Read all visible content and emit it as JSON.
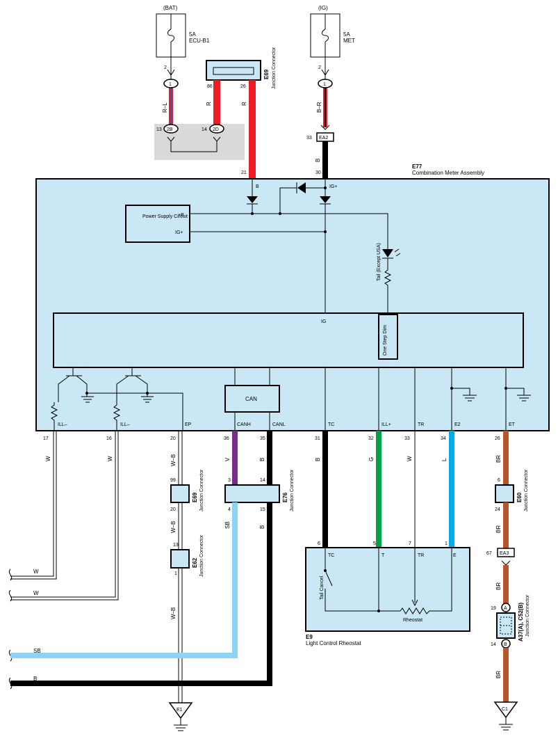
{
  "fuses": {
    "bat": {
      "source": "(BAT)",
      "amp": "5A",
      "name": "ECU-B1",
      "pin": "2"
    },
    "ig": {
      "source": "(IG)",
      "amp": "5A",
      "name": "MET",
      "pin": "2"
    }
  },
  "connectors": {
    "c1": "1",
    "c2b": "2B",
    "c2b_pin": "13",
    "c2d": "2D",
    "c2d_pin": "14",
    "ig1": "1",
    "ea2": "EA2",
    "ea2_pin": "33",
    "ea3": "EA3",
    "ea3_pin": "67",
    "e69_top_id": "E69",
    "e69_top_name": "Junction Connector",
    "e69_top_pins": [
      "86",
      "26"
    ],
    "e69_mid_id": "E69",
    "e69_mid_name": "Junction Connector",
    "e69_mid_pins": [
      "99",
      "20"
    ],
    "e76_id": "E76",
    "e76_name": "Junction Connector",
    "e76_pins": [
      "3",
      "14",
      "4",
      "15"
    ],
    "e62_id": "E62",
    "e62_name": "Junction Connector",
    "e62_pins": [
      "13",
      "1"
    ],
    "e60_id": "E60",
    "e60_name": "Junction Connector",
    "e60_pins": [
      "6",
      "24"
    ],
    "a37_id": "A37(A), C52(B)",
    "a37_name": "Junction Connector",
    "a37_pins": [
      "19",
      "14"
    ],
    "a37_a": "A",
    "a37_b": "B"
  },
  "wires": {
    "rl": "R–L",
    "r1": "R",
    "r2": "R",
    "br_ig": "B–R",
    "b_ig": "B",
    "w17": "W",
    "w16": "W",
    "wb1": "W–B",
    "wb2": "W–B",
    "wb3": "W–B",
    "v": "V",
    "b35": "B",
    "sb": "SB",
    "b15": "B",
    "b31": "B",
    "g": "G",
    "w33": "W",
    "l": "L",
    "br1": "BR",
    "br2": "BR",
    "br3": "BR",
    "br4": "BR",
    "left_w1": "W",
    "left_w2": "W",
    "left_sb": "SB",
    "left_b": "B"
  },
  "meter": {
    "id": "E77",
    "name": "Combination Meter Assembly",
    "top_pins": {
      "b": "21",
      "ig": "30"
    },
    "b_label": "B",
    "ig_label": "IG+",
    "power_supply": "Power Supply Circuit",
    "plus_b": "+B",
    "ig_plus": "IG+",
    "tail": "Tail (Except USA)",
    "ig_bus": "IG",
    "one_step": "One Step Dim",
    "can": "CAN",
    "bottom_labels": [
      "ILL–",
      "ILL–",
      "EP",
      "CANH",
      "CANL",
      "TC",
      "ILL+",
      "TR",
      "E2",
      "ET"
    ],
    "bottom_pins": [
      "17",
      "16",
      "20",
      "36",
      "35",
      "31",
      "32",
      "33",
      "34",
      "26"
    ]
  },
  "rheostat": {
    "id": "E9",
    "name": "Light Control Rheostat",
    "terminals": [
      "TC",
      "T",
      "TR",
      "E"
    ],
    "pins": [
      "6",
      "5",
      "7",
      "1"
    ],
    "tail_cancel": "Tail Cancel",
    "rheostat": "Rheostat"
  },
  "grounds": {
    "e1": "E1",
    "c1": "C1"
  },
  "colors": {
    "red": "#ee1c24",
    "purple": "#7a2c8e",
    "green": "#00a14b",
    "blue": "#00aeef",
    "lightblue": "#8fd3f4",
    "brown": "#b5562b",
    "box": "#c9e7f5",
    "gray": "#d9d9d9"
  }
}
